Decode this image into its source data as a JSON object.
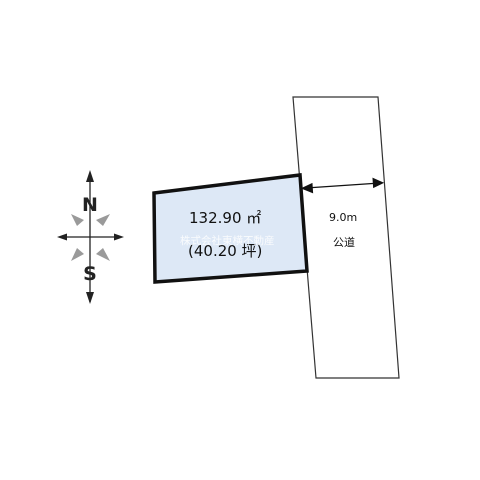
{
  "compass": {
    "north_label": "N",
    "south_label": "S",
    "icon": "compass-rose-icon"
  },
  "lot": {
    "area_sqm": "132.90 ㎡",
    "area_tsubo": "(40.20 坪)",
    "fill_color": "#dde8f6",
    "border_color": "#111111"
  },
  "road": {
    "width_label": "9.0m",
    "type_label": "公道"
  },
  "watermark": {
    "text": "株式会社東横不動産"
  }
}
